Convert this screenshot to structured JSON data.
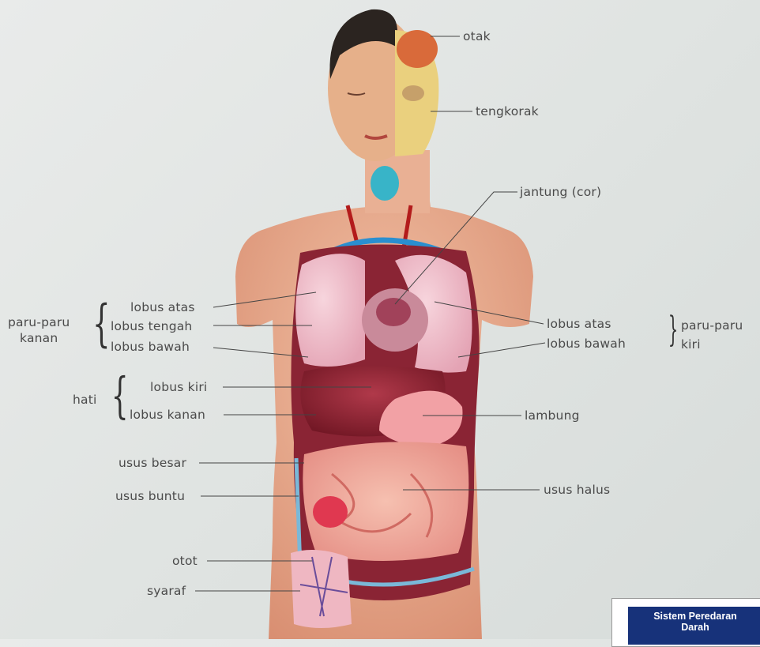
{
  "labels": {
    "otak": "otak",
    "tengkorak": "tengkorak",
    "jantung": "jantung (cor)",
    "paru_kanan_group": "paru-paru\nkanan",
    "lobus_atas_kanan": "lobus atas",
    "lobus_tengah_kanan": "lobus tengah",
    "lobus_bawah_kanan": "lobus bawah",
    "lobus_atas_kiri": "lobus atas",
    "lobus_bawah_kiri": "lobus bawah",
    "paru_kiri_group": "paru-paru\nkiri",
    "hati_group": "hati",
    "lobus_kiri_hati": "lobus kiri",
    "lobus_kanan_hati": "lobus kanan",
    "lambung": "lambung",
    "usus_besar": "usus besar",
    "usus_halus": "usus halus",
    "usus_buntu": "usus buntu",
    "otot": "otot",
    "syaraf": "syaraf"
  },
  "badge": {
    "line1": "Sistem Peredaran",
    "line2": "Darah"
  },
  "colors": {
    "skin": "#e8a98d",
    "lung": "#f0bcc9",
    "liver": "#8d1f2e",
    "stomach": "#f2a1a5",
    "intestine": "#f0a79a",
    "badge_bg": "#17327a"
  }
}
